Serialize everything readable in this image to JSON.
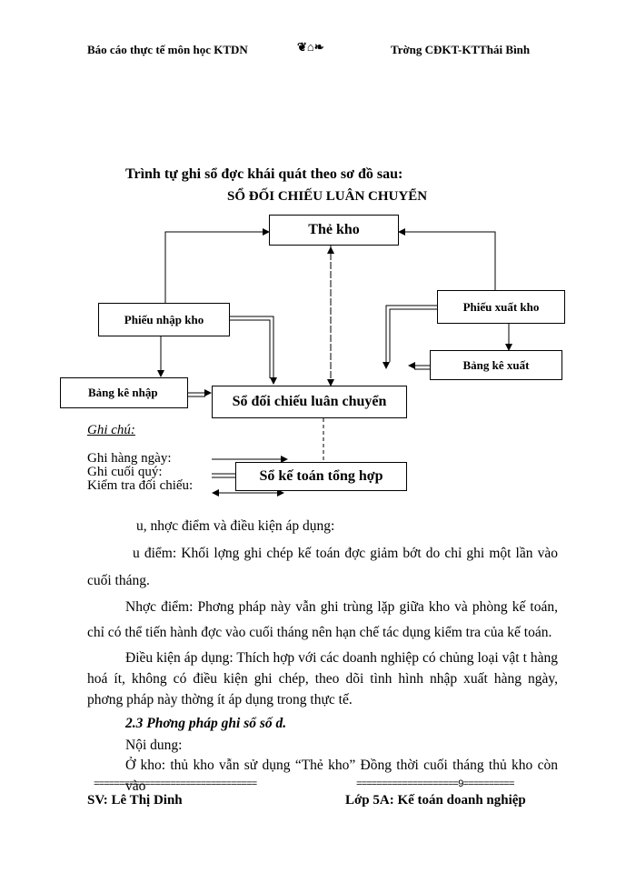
{
  "header": {
    "left": "Báo cáo thực tế môn học KTDN",
    "ornament": "❦⌂❧",
    "right": "Trờng   CĐKT-KTThái Bình"
  },
  "intro": "Trình tự ghi sổ đợc  khái quát theo sơ đồ sau:",
  "diagram_title": "SỔ ĐỐI CHIẾU LUÂN CHUYỂN",
  "boxes": {
    "the_kho": "Thẻ kho",
    "phieu_nhap_kho": "Phiếu nhập kho",
    "phieu_xuat_kho": "Phiếu xuất kho",
    "bang_ke_nhap": "Bảng kê nhập",
    "bang_ke_xuat": "Bảng kê xuất",
    "so_doi_chieu": "Sổ đối chiếu luân chuyển",
    "so_ke_toan": "Sổ kế toán tổng hợp"
  },
  "legend": {
    "title": "Ghi chú",
    "daily": "Ghi hàng ngày:",
    "month_end": "Ghi cuối quý:",
    "check": "Kiểm tra đối chiếu:"
  },
  "paragraphs": {
    "p1": "u, nhợc   điểm và điều kiện áp dụng:",
    "p2a": "u điểm: Khối lợng   ghi chép kế toán đợc   giảm bớt do chỉ ghi một lần vào",
    "p2b": "cuối tháng.",
    "p3a": "Nhợc   điểm: Phơng    pháp này vẫn ghi trùng lặp giữa kho  và phòng kế toán,",
    "p3b": "chỉ có thể tiến hành đợc   vào cuối tháng nên hạn chế tác dụng kiểm tra của kế toán.",
    "p4a": "Điều kiện áp dụng: Thích hợp với các doanh nghiệp có chủng loại vật t   hàng",
    "p4b": "hoá ít, không có điều kiện ghi chép, theo dõi tình hình nhập xuất hàng ngày,",
    "p4c": "phơng    pháp này thờng   ít áp dụng trong thực tế.",
    "section": "2.3 Phơng    pháp ghi sổ số d.",
    "content_label": "Nội dung:",
    "p5": "Ở kho: thủ kho vẫn sử dụng “Thẻ kho” Đồng thời cuối tháng thủ kho còn vào"
  },
  "footer": {
    "rule_left": "================================",
    "rule_right": "====================9==========",
    "page_number": "9",
    "student": "SV:  Lê Thị Dinh",
    "class": "Lớp 5A: Kế toán doanh nghiệp"
  }
}
